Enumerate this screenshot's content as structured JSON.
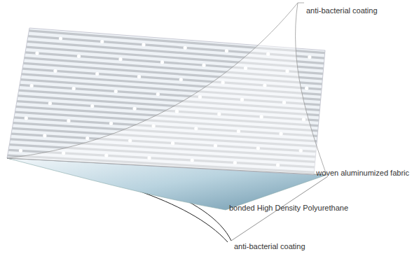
{
  "diagram": {
    "labels": [
      "anti-bacterial coating",
      "woven aluminumized fabric",
      "bonded High Density Polyurethane",
      "anti-bacterial coating"
    ]
  }
}
